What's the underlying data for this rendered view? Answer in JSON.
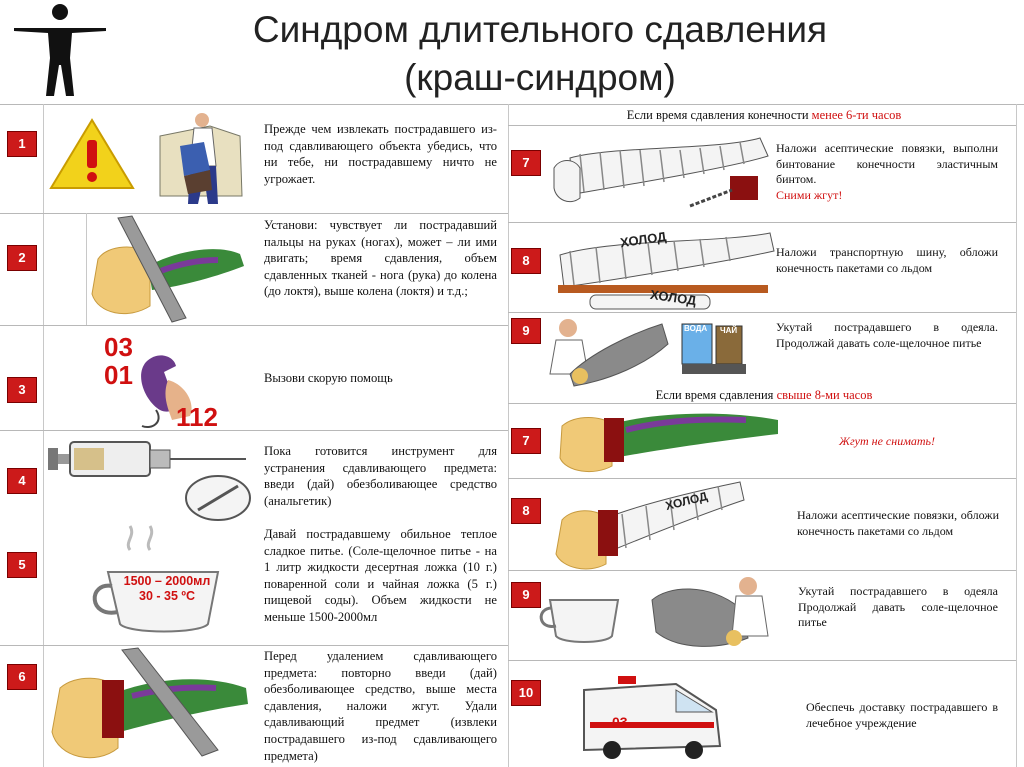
{
  "title_line1": "Синдром длительного сдавления",
  "title_line2": "(краш-синдром)",
  "left_steps": [
    {
      "num": "1",
      "text": "Прежде чем извлекать пострадавшего из-под сдавливающего объекта убедись, что ни тебе, ни пострадавшему ничто не угрожает."
    },
    {
      "num": "2",
      "text": "Установи: чувствует ли пострадавший пальцы на руках (ногах), может – ли ими двигать; время сдавления, объем сдавленных тканей - нога (рука) до колена (до локтя), выше колена (локтя) и т.д.;"
    },
    {
      "num": "3",
      "text": "Вызови скорую помощь",
      "phone_1": "03",
      "phone_2": "01",
      "phone_3": "112"
    },
    {
      "num": "4",
      "text": "Пока готовится инструмент для устранения сдавливающего предмета: введи (дай) обезболивающее средство (анальгетик)"
    },
    {
      "num": "5",
      "text": "Давай пострадавшему обильное теплое сладкое питье. (Соле-щелочное питье - на 1 литр жидкости десертная ложка (10 г.) поваренной соли и чайная ложка (5 г.) пищевой соды). Объем жидкости не меньше 1500-2000мл",
      "cup_line1": "1500 – 2000мл",
      "cup_line2": "30 - 35 ºC"
    },
    {
      "num": "6",
      "text": "Перед удалением сдавливающего предмета: повторно введи (дай) обезболивающее средство, выше места сдавления, наложи жгут. Удали сдавливающий предмет (извлеки пострадавшего из-под сдавливающего предмета)"
    }
  ],
  "banner_under6_prefix": "Если время сдавления конечности ",
  "banner_under6_red": "менее 6-ти часов",
  "banner_over8_prefix": "Если время сдавления ",
  "banner_over8_red": "свыше 8-ми часов",
  "right_steps": [
    {
      "num": "7",
      "text": "Наложи асептические повязки, выполни бинтование конечности эластичным бинтом.",
      "red_text": "Сними жгут!"
    },
    {
      "num": "8",
      "text": "Наложи транспортную шину, обложи конечность пакетами со льдом",
      "splint_label_1": "ХОЛОД",
      "splint_label_2": "ХОЛОД"
    },
    {
      "num": "9",
      "text": "Укутай пострадавшего в одеяла. Продолжай давать соле-щелочное питье",
      "cup_a": "ВОДА",
      "cup_b": "ЧАЙ"
    },
    {
      "num": "7",
      "red_text": "Жгут не снимать!"
    },
    {
      "num": "8",
      "text": "Наложи асептические повязки, обложи конечность пакетами со льдом",
      "label": "ХОЛОД"
    },
    {
      "num": "9",
      "text": "Укутай пострадавшего в одеяла Продолжай давать соле-щелочное питье"
    },
    {
      "num": "10",
      "text": "Обеспечь доставку пострадавшего в лечебное учреждение",
      "ambulance_label": "03"
    }
  ],
  "colors": {
    "number_box": "#cc1a1a",
    "accent_red": "#d01010",
    "warning_yellow": "#f2d21b"
  }
}
